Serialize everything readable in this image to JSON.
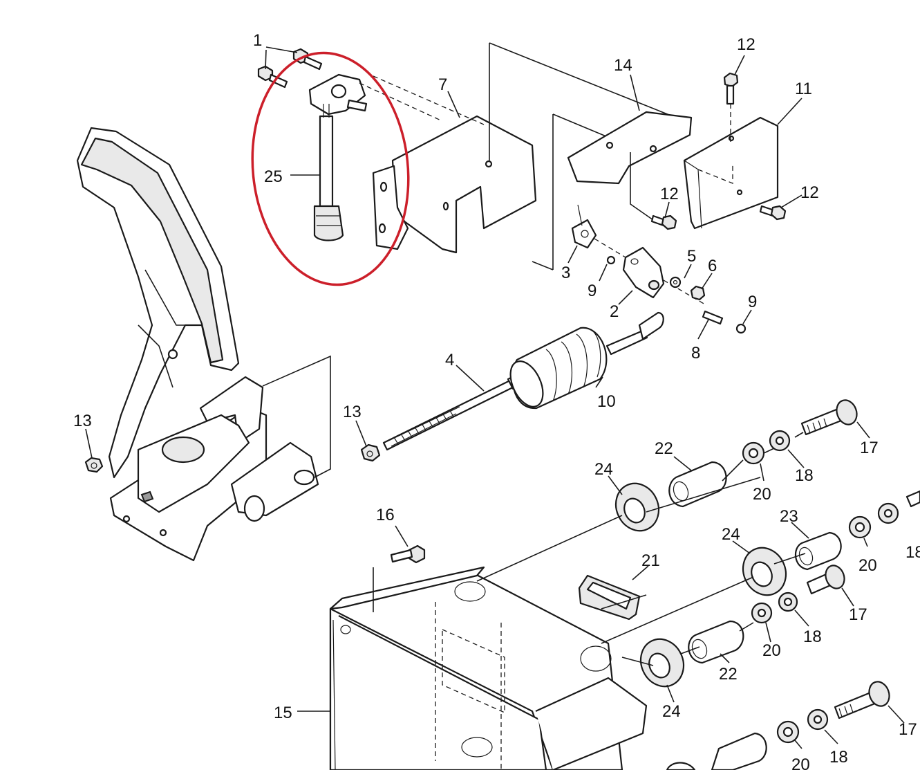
{
  "diagram": {
    "highlight_color": "#cc1f2a",
    "labels": {
      "n1": "1",
      "n2": "2",
      "n3": "3",
      "n4": "4",
      "n5": "5",
      "n6": "6",
      "n7": "7",
      "n8": "8",
      "n9": "9",
      "n10": "10",
      "n11": "11",
      "n12": "12",
      "n13": "13",
      "n14": "14",
      "n15": "15",
      "n16": "16",
      "n17": "17",
      "n18": "18",
      "n20": "20",
      "n21": "21",
      "n22": "22",
      "n23": "23",
      "n24": "24",
      "n25": "25"
    }
  }
}
